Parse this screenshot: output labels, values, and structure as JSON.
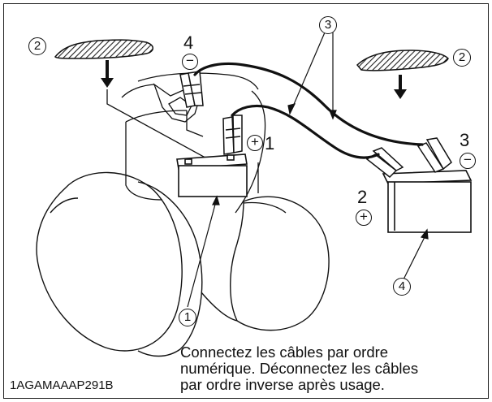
{
  "labels": {
    "circled_2": "2",
    "circled_3": "3",
    "circled_1": "1",
    "circled_4": "4",
    "num_4": "4",
    "num_1": "1",
    "num_3": "3",
    "num_2": "2",
    "minus": "−",
    "plus": "+"
  },
  "caption": {
    "line1": "Connectez les câbles par ordre",
    "line2": "numérique. Déconnectez les câbles",
    "line3": "par ordre inverse après usage."
  },
  "figure_code": "1AGAMAAAP291B"
}
